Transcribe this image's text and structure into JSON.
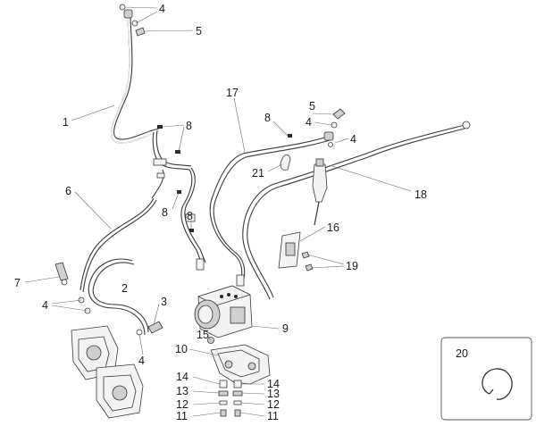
{
  "labels": [
    {
      "id": "l4a",
      "text": "4"
    },
    {
      "id": "l5a",
      "text": "5"
    },
    {
      "id": "l1",
      "text": "1"
    },
    {
      "id": "l8a",
      "text": "8"
    },
    {
      "id": "l17",
      "text": "17"
    },
    {
      "id": "l8b",
      "text": "8"
    },
    {
      "id": "l5b",
      "text": "5"
    },
    {
      "id": "l4b",
      "text": "4"
    },
    {
      "id": "l4c",
      "text": "4"
    },
    {
      "id": "l21",
      "text": "21"
    },
    {
      "id": "l6",
      "text": "6"
    },
    {
      "id": "l8c",
      "text": "8"
    },
    {
      "id": "l8d",
      "text": "8"
    },
    {
      "id": "l18",
      "text": "18"
    },
    {
      "id": "l16",
      "text": "16"
    },
    {
      "id": "l19",
      "text": "19"
    },
    {
      "id": "l7",
      "text": "7"
    },
    {
      "id": "l2",
      "text": "2"
    },
    {
      "id": "l3",
      "text": "3"
    },
    {
      "id": "l4d",
      "text": "4"
    },
    {
      "id": "l9",
      "text": "9"
    },
    {
      "id": "l15",
      "text": "15"
    },
    {
      "id": "l10",
      "text": "10"
    },
    {
      "id": "l4e",
      "text": "4"
    },
    {
      "id": "l14a",
      "text": "14"
    },
    {
      "id": "l13a",
      "text": "13"
    },
    {
      "id": "l12a",
      "text": "12"
    },
    {
      "id": "l11a",
      "text": "11"
    },
    {
      "id": "l14b",
      "text": "14"
    },
    {
      "id": "l13b",
      "text": "13"
    },
    {
      "id": "l12b",
      "text": "12"
    },
    {
      "id": "l11b",
      "text": "11"
    },
    {
      "id": "l20",
      "text": "20"
    }
  ]
}
